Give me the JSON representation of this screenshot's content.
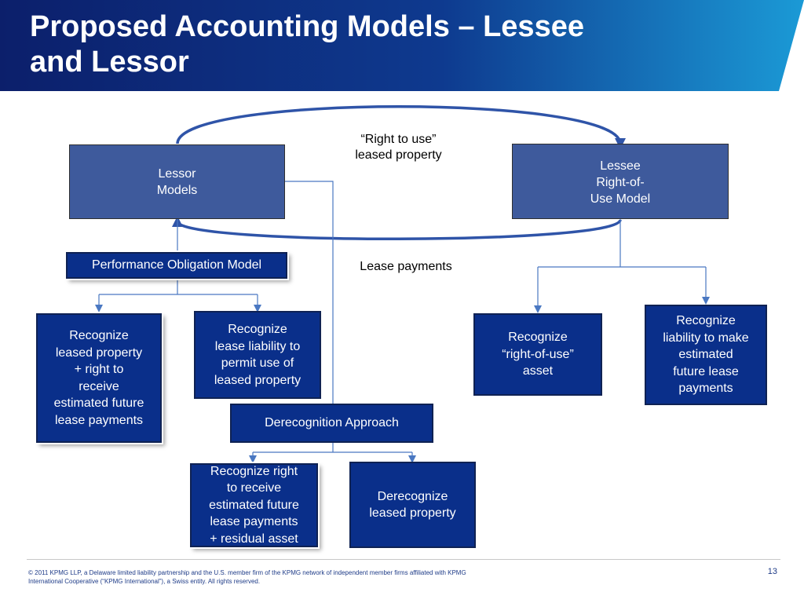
{
  "slide": {
    "title_line1": "Proposed Accounting Models – Lessee",
    "title_line2": "and Lessor",
    "page_number": "13",
    "footer_line1": "© 2011 KPMG LLP, a Delaware limited liability partnership and the U.S. member firm of the KPMG network of independent member firms affiliated with KPMG",
    "footer_line2": "International Cooperative (“KPMG International”), a Swiss entity. All rights reserved."
  },
  "colors": {
    "header_dark": "#0c1f6b",
    "header_light": "#1b9ad6",
    "model_box": "#3e5a9c",
    "dark_box": "#0a2f8a",
    "connector": "#4a78c2"
  },
  "diagram": {
    "lessor_box": {
      "line1": "Lessor",
      "line2": "Models"
    },
    "lessee_box": {
      "line1": "Lessee",
      "line2": "Right-of-",
      "line3": "Use Model"
    },
    "right_to_use_label": {
      "line1": "“Right to use”",
      "line2": "leased property"
    },
    "lease_payments_label": "Lease payments",
    "performance_obligation": "Performance Obligation Model",
    "derecognition_approach": "Derecognition Approach",
    "po_recognize_asset": {
      "line1": "Recognize",
      "line2": "leased property",
      "line3": "+ right to",
      "line4": "receive",
      "line5": "estimated future",
      "line6": "lease payments"
    },
    "po_recognize_liability": {
      "line1": "Recognize",
      "line2": "lease liability to",
      "line3": "permit use of",
      "line4": "leased property"
    },
    "lessee_rou_asset": {
      "line1": "Recognize",
      "line2": "“right-of-use”",
      "line3": "asset"
    },
    "lessee_liability": {
      "line1": "Recognize",
      "line2": "liability to make",
      "line3": "estimated",
      "line4": "future lease",
      "line5": "payments"
    },
    "derec_recognize_right": {
      "line1": "Recognize right",
      "line2": "to receive",
      "line3": "estimated future",
      "line4": "lease payments",
      "line5": "+ residual asset"
    },
    "derec_derecognize": {
      "line1": "Derecognize",
      "line2": "leased property"
    }
  }
}
